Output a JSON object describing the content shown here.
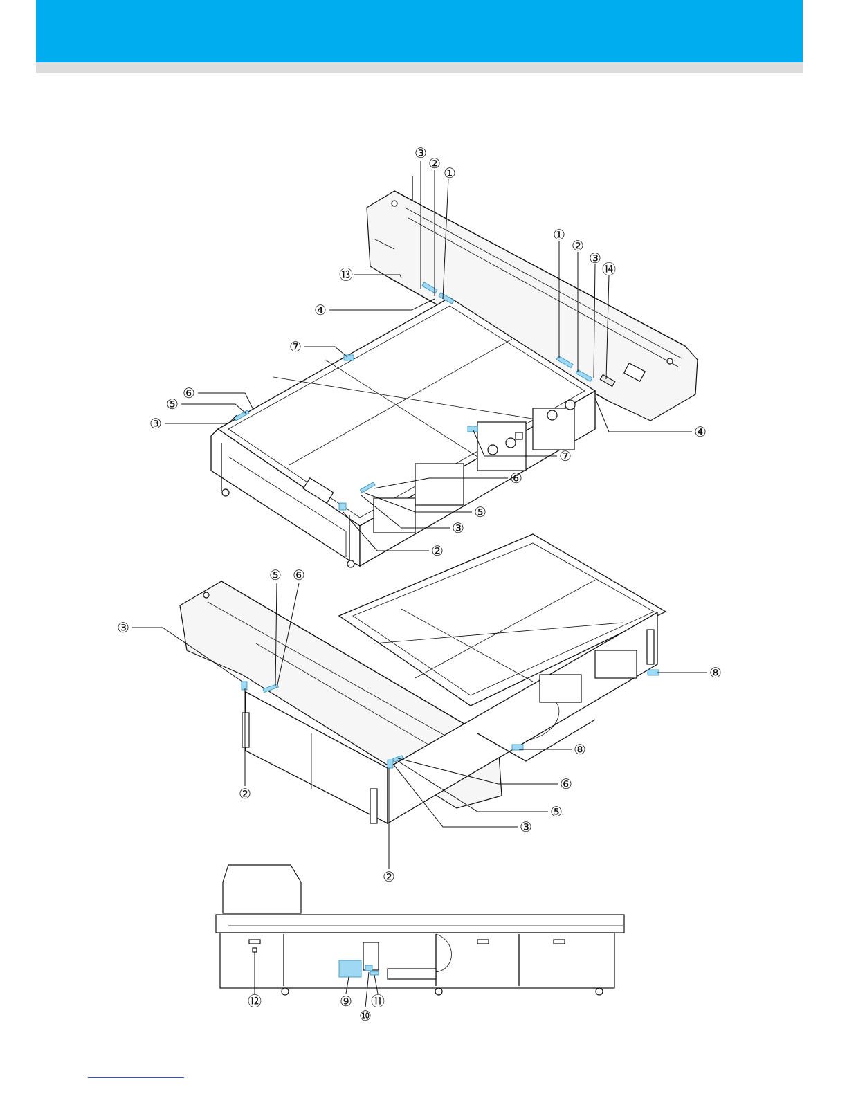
{
  "theme": {
    "header_color": "#00aeef",
    "header_shadow": "#dcdcdc",
    "marker_color": "#9ed8f2",
    "link_color": "#3355cc"
  },
  "callouts": {
    "c1": "①",
    "c2": "②",
    "c3": "③",
    "c4": "④",
    "c5": "⑤",
    "c6": "⑥",
    "c7": "⑦",
    "c8": "⑧",
    "c9": "⑨",
    "c10": "⑩",
    "c11": "⑪",
    "c12": "⑫",
    "c13": "⑬",
    "c14": "⑭"
  }
}
